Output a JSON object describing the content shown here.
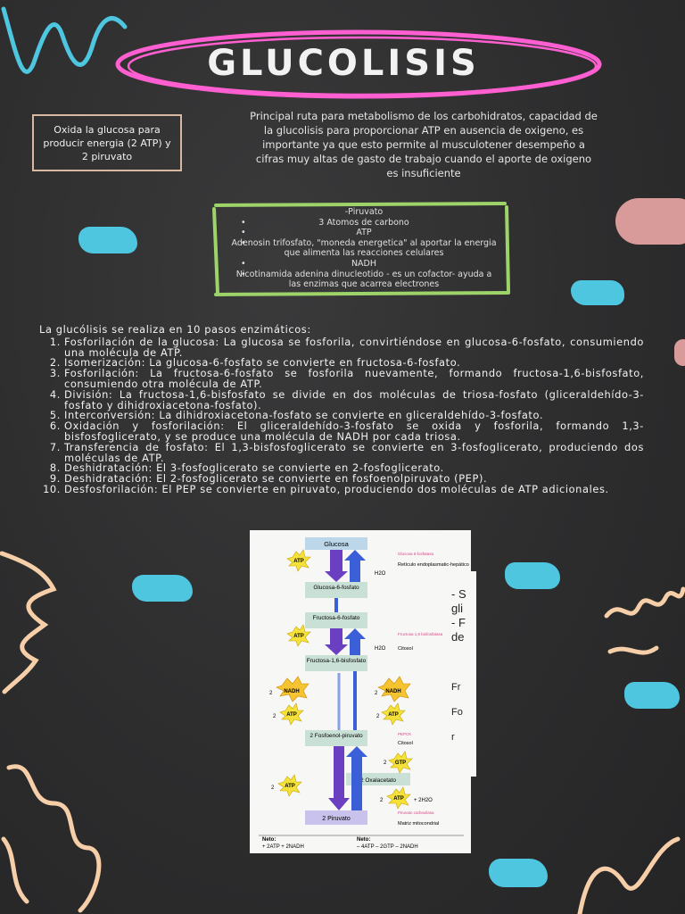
{
  "title": "GLUCOLISIS",
  "side_box": "Oxida la glucosa para producir energia (2 ATP) y 2 piruvato",
  "intro": "Principal ruta para metabolismo de los carbohidratos, capacidad de la glucolisis para proporcionar ATP en ausencia de oxigeno, es importante ya que esto permite al musculotener desempeño a cifras muy altas de gasto de trabajo cuando el aporte de oxigeno es insuficiente",
  "green_list": [
    {
      "bullet": false,
      "text": "-Piruvato"
    },
    {
      "bullet": true,
      "text": "3 Atomos de carbono"
    },
    {
      "bullet": true,
      "text": "ATP"
    },
    {
      "bullet": true,
      "text": "Adenosin trifosfato, \"moneda energetica\" al aportar la energia que alimenta las reacciones celulares"
    },
    {
      "bullet": true,
      "text": "NADH"
    },
    {
      "bullet": true,
      "text": "Nicotinamida adenina dinucleotido - es un cofactor- ayuda a las enzimas que acarrea electrones"
    }
  ],
  "steps_intro": "La glucólisis se realiza en 10 pasos enzimáticos:",
  "steps": [
    {
      "num": "1.",
      "text": "Fosforilación de la glucosa: La glucosa se fosforila, convirtiéndose en glucosa-6-fosfato, consumiendo una molécula de ATP."
    },
    {
      "num": "2.",
      "text": "Isomerización: La glucosa-6-fosfato se convierte en fructosa-6-fosfato."
    },
    {
      "num": "3.",
      "text": "Fosforilación: La fructosa-6-fosfato se fosforila nuevamente, formando fructosa-1,6-bisfosfato, consumiendo otra molécula de ATP."
    },
    {
      "num": "4.",
      "text": "División: La fructosa-1,6-bisfosfato se divide en dos moléculas de triosa-fosfato (gliceraldehído-3-fosfato y dihidroxiacetona-fosfato)."
    },
    {
      "num": "5.",
      "text": "Interconversión: La dihidroxiacetona-fosfato se convierte en gliceraldehído-3-fosfato."
    },
    {
      "num": "6.",
      "text": "Oxidación y fosforilación: El gliceraldehído-3-fosfato se oxida y fosforila, formando 1,3-bisfosfoglicerato, y se produce una molécula de NADH por cada triosa."
    },
    {
      "num": "7.",
      "text": "Transferencia de fosfato: El 1,3-bisfosfoglicerato se convierte en 3-fosfoglicerato, produciendo dos moléculas de ATP."
    },
    {
      "num": "8.",
      "text": "Deshidratación: El 3-fosfoglicerato se convierte en 2-fosfoglicerato."
    },
    {
      "num": "9.",
      "text": "Deshidratación: El 2-fosfoglicerato se convierte en fosfoenolpiruvato (PEP)."
    },
    {
      "num": "10.",
      "text": "Desfosforilación: El PEP se convierte en piruvato, produciendo dos moléculas de ATP adicionales."
    }
  ],
  "diagram": {
    "boxes": [
      "Glucosa",
      "Glucosa-6-fosfato",
      "Fructosa-6-fosfato",
      "Fructosa-1,6-bisfosfato",
      "2 Fosfoenol-piruvato",
      "2 Oxalacetato",
      "2 Piruvato"
    ],
    "right_labels": [
      "Glucosa 6-fosfatasa",
      "Retículo endoplasmatic-hepático",
      "Fructosa 1,6 bisfosfatasa",
      "Citosol",
      "PEPCK",
      "Citosol",
      "Piruvato carboxilasa",
      "Matriz mitocondrial"
    ],
    "water": [
      "H2O",
      "H2O",
      "+ 2H2O"
    ],
    "badges": {
      "atp": "ATP",
      "nadh": "NADH",
      "gtp": "GTP"
    },
    "counts": {
      "two": "2"
    },
    "net_left_label": "Neto:",
    "net_left_value": "+ 2ATP + 2NADH",
    "net_right_label": "Neto:",
    "net_right_value": "– 4ATP – 2GTP – 2NADH"
  },
  "partial_right_text": [
    "- S",
    "gli",
    "- F",
    "de",
    "Fr",
    "Fo",
    "r"
  ],
  "colors": {
    "background": "#2d2d2e",
    "title_ring": "#ff5fd0",
    "cyan": "#4ec6e0",
    "green_frame": "#9ed36a",
    "peach": "#f6cfa9",
    "pink": "#d99a9a",
    "blue_arrow": "#3b5fd6",
    "purple_arrow": "#6b3fc2"
  }
}
